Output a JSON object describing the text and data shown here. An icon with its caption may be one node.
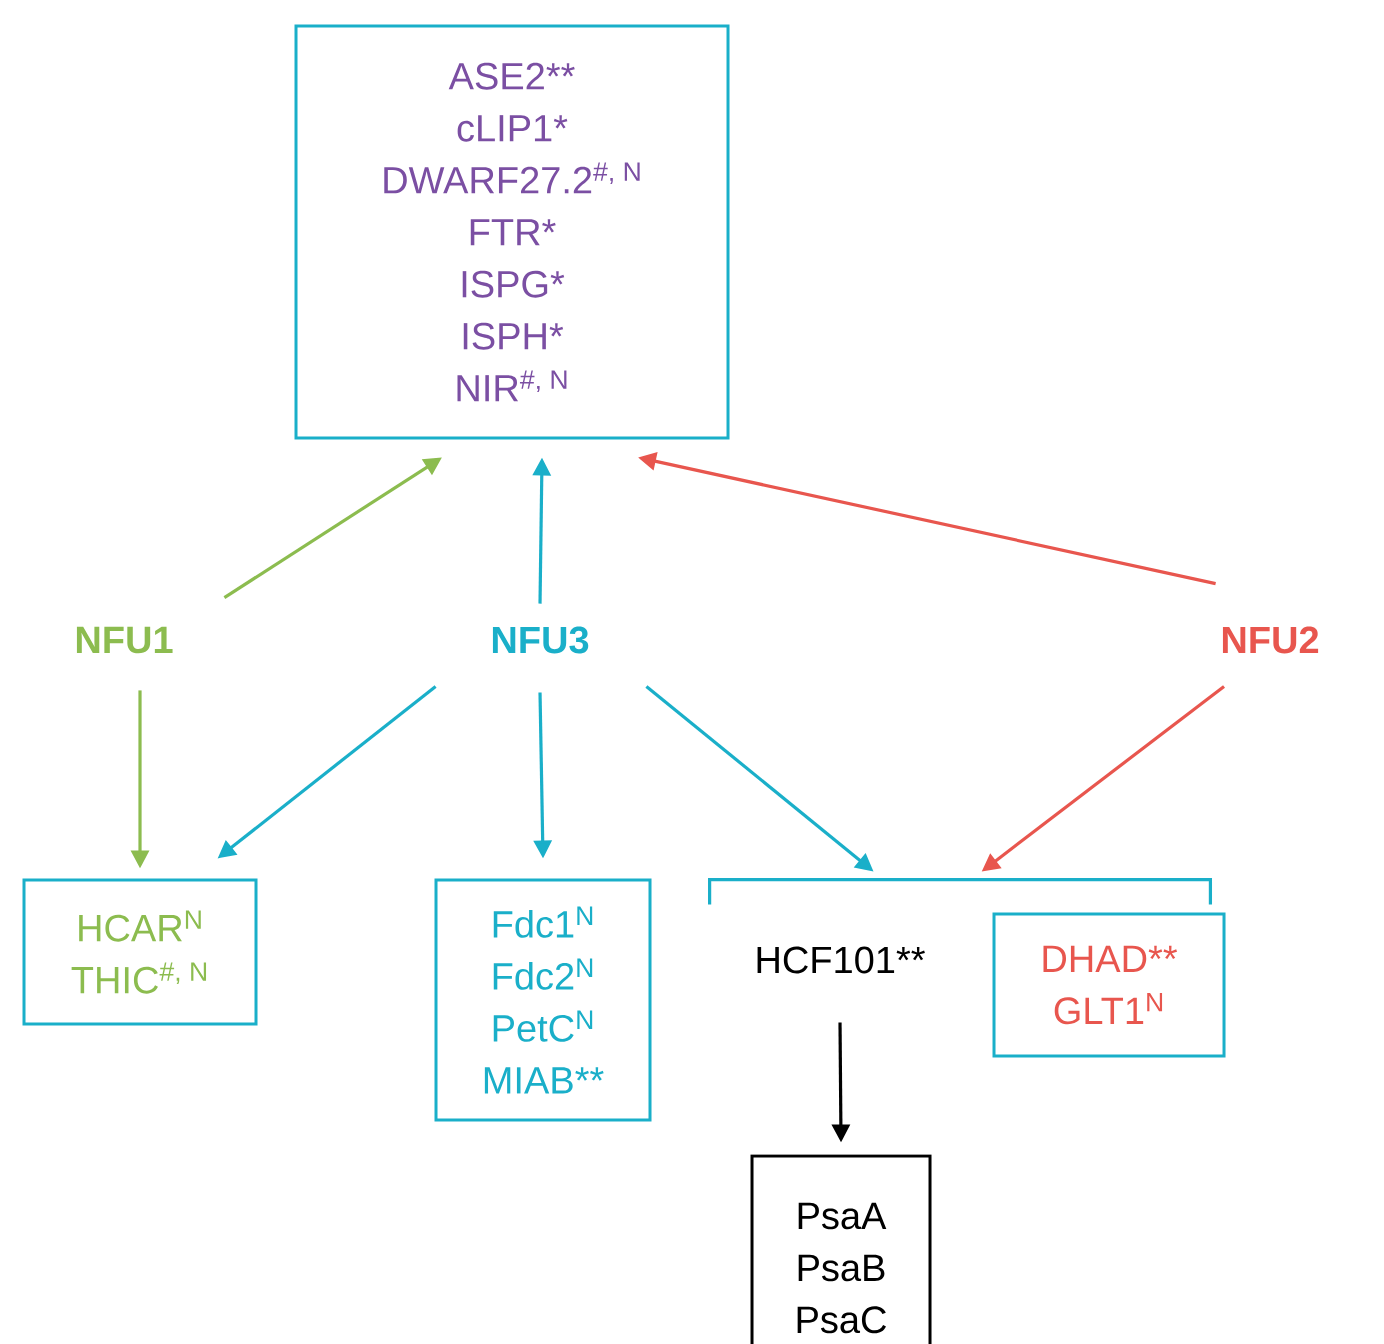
{
  "diagram": {
    "nodes": [
      {
        "text": [
          "ASE2**",
          "cLIP1*",
          "DWARF27.2$^{#, N}$",
          "FTR*",
          "ISPG*",
          "ISPH*",
          "NIR$^{#, N}$"
        ]
      },
      {
        "text": [
          "NFU1"
        ]
      },
      {
        "text": [
          "NFU3"
        ]
      },
      {
        "text": [
          "NFU2"
        ]
      },
      {
        "text": [
          "HCAR$^{N}$",
          "THIC$^{#, N}$"
        ]
      },
      {
        "text": [
          "Fdc1$^{N}$",
          "Fdc2$^{N}$",
          "PetC$^{N}$",
          "MIAB**"
        ]
      },
      {
        "text": [],
        "shape": "bracket"
      },
      {
        "text": [
          "HCF101**"
        ]
      },
      {
        "text": [
          "DHAD**",
          "GLT1$^{N}$"
        ]
      },
      {
        "text": [
          "PsaA",
          "PsaB",
          "PsaC"
        ]
      }
    ],
    "edges": [
      {
        "from": 1,
        "to": 0,
        "arrow": "to",
        "color": "#8cbc4f"
      },
      {
        "from": 2,
        "to": 0,
        "arrow": "to"
      },
      {
        "from": 3,
        "to": 0,
        "arrow": "to",
        "color": "#e8564e"
      },
      {
        "from": 1,
        "to": 4,
        "arrow": "to",
        "color": "#8cbc4f"
      },
      {
        "from": 2,
        "to": 4,
        "arrow": "to"
      },
      {
        "from": 2,
        "to": 5,
        "arrow": "to"
      },
      {
        "from": 2,
        "to": 6,
        "arrow": "to"
      },
      {
        "from": 3,
        "to": 6,
        "arrow": "to",
        "color": "#e8564e"
      },
      {
        "from": 7,
        "to": 9,
        "arrow": "to",
        "color": "#000000"
      }
    ]
  }
}
